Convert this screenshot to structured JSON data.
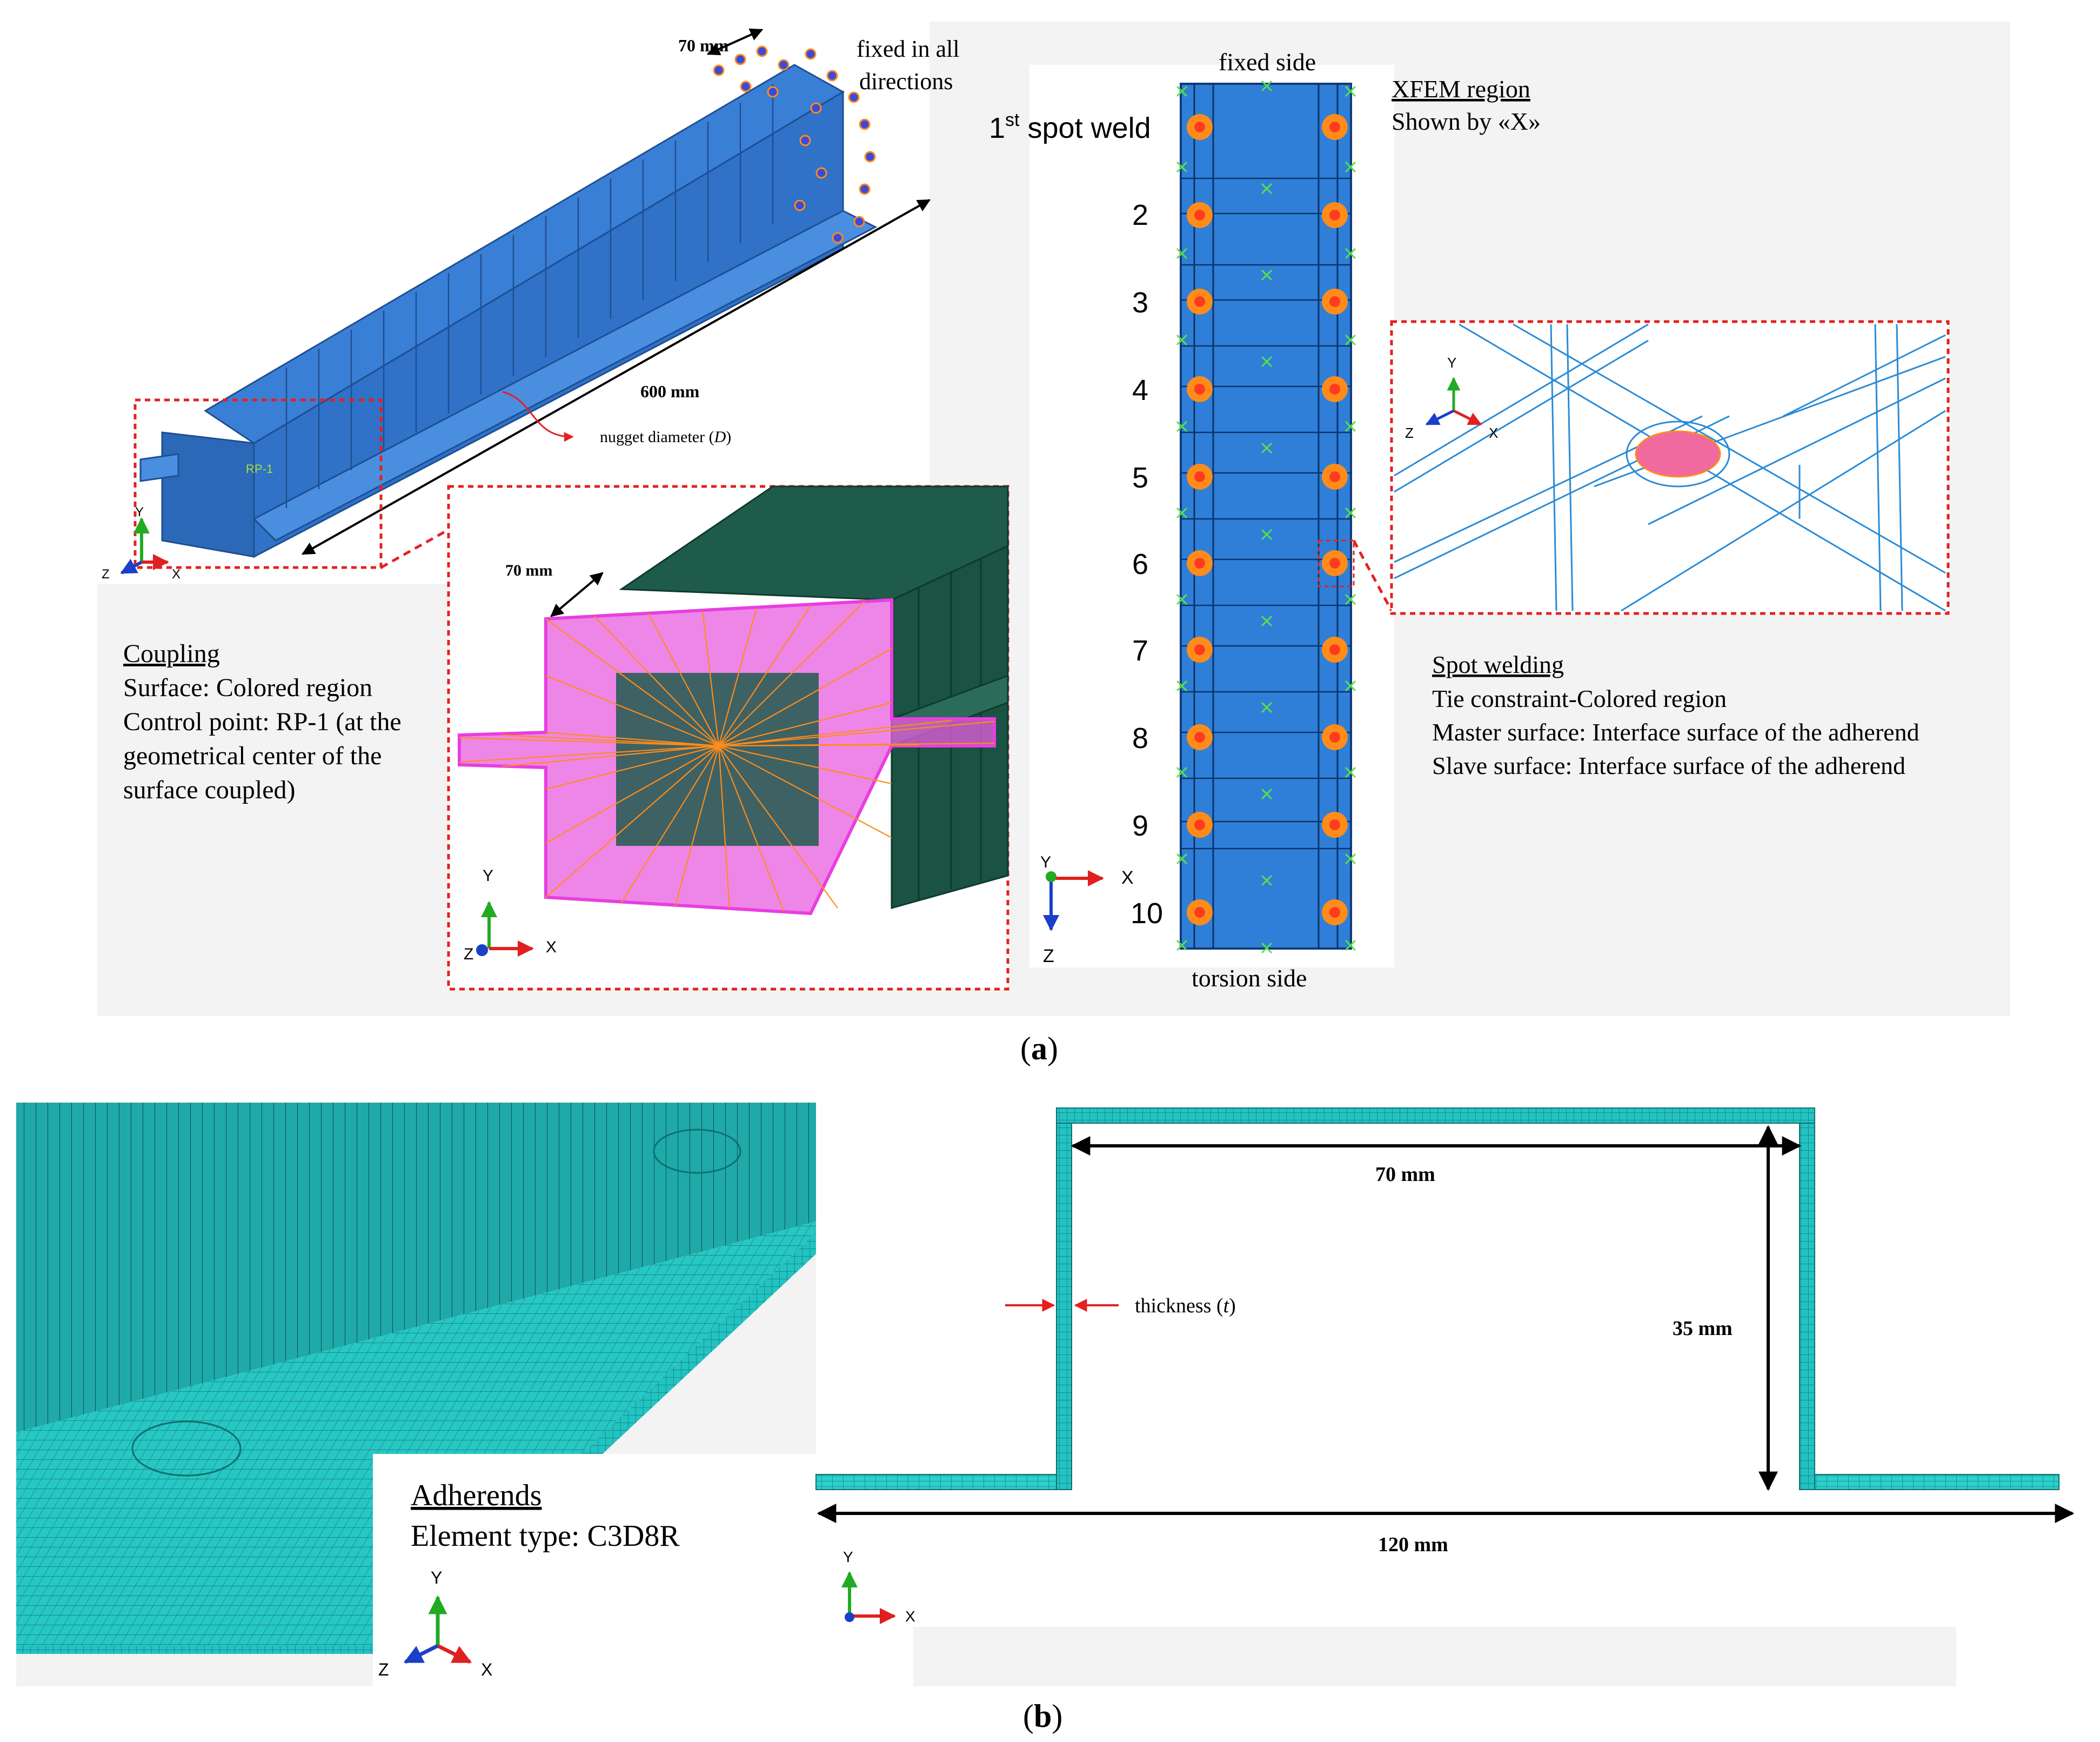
{
  "colors": {
    "panel_bg": "#f3f3f3",
    "beam_blue": "#2f72c8",
    "beam_dark": "#1f4f92",
    "green_box": "#1e5b4b",
    "magenta": "#e83ee0",
    "orange": "#ff8c1a",
    "mesh_cyan": "#22c3c1",
    "mesh_line": "#0f6f6f",
    "xfem_green": "#58e04a",
    "weld_red": "#ff3b1f",
    "dashed_red": "#e52020",
    "axis_green": "#22aa22",
    "axis_red": "#e02020",
    "axis_blue": "#1a3fc8"
  },
  "panel_a": {
    "caption_prefix": "(",
    "caption_letter": "a",
    "caption_suffix": ")",
    "beam": {
      "dim_70": "70 mm",
      "fixed_label_line1": "fixed in all",
      "fixed_label_line2": "directions",
      "dim_600": "600 mm",
      "nugget_label": "nugget diameter (",
      "nugget_symbol": "D",
      "nugget_close": ")",
      "rp_label": "RP-1"
    },
    "coupling": {
      "title": "Coupling",
      "line1": "Surface:  Colored region",
      "line2": "Control point:  RP-1 (at the",
      "line3": "geometrical center of the",
      "line4": "surface  coupled)"
    },
    "inset_dim_70": "70 mm",
    "strip": {
      "fixed_side": "fixed side",
      "torsion_side": "torsion side",
      "first_weld_prefix": "1",
      "first_weld_sup": "st",
      "first_weld_suffix": " spot weld",
      "weld_numbers": [
        "2",
        "3",
        "4",
        "5",
        "6",
        "7",
        "8",
        "9",
        "10"
      ]
    },
    "xfem": {
      "title": "XFEM region",
      "subtitle": "Shown by «X»"
    },
    "spot_welding": {
      "title": "Spot welding",
      "line1": "Tie constraint-Colored region",
      "line2": "Master surface:  Interface surface of the adherend",
      "line3": "Slave surface:  Interface surface of the adherend"
    },
    "axes": {
      "x": "X",
      "y": "Y",
      "z": "Z"
    }
  },
  "panel_b": {
    "caption_prefix": "(",
    "caption_letter": "b",
    "caption_suffix": ")",
    "adherends_title": "Adherends",
    "element_type": "Element type:  C3D8R",
    "dim_70": "70 mm",
    "dim_35": "35 mm",
    "dim_120": "120 mm",
    "thickness_label": "thickness (",
    "thickness_symbol": "t",
    "thickness_close": ")",
    "axes": {
      "x": "X",
      "y": "Y",
      "z": "Z"
    }
  }
}
